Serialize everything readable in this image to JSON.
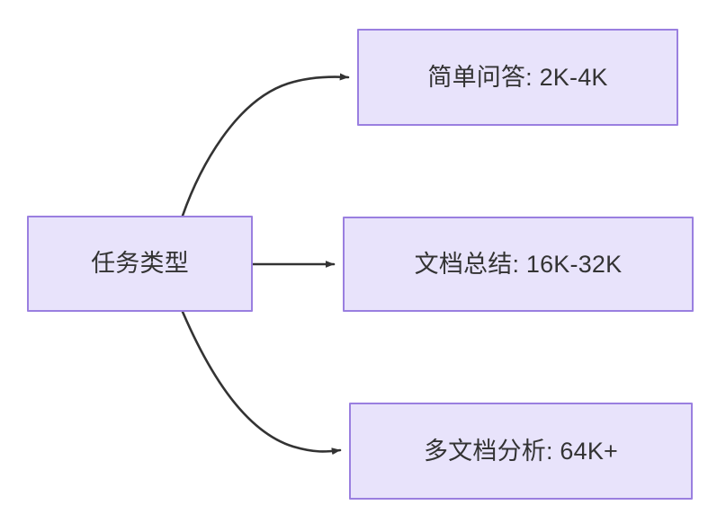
{
  "diagram": {
    "type": "flowchart",
    "direction": "left-to-right",
    "background_color": "#ffffff",
    "node_fill_color": "#e8e3fb",
    "node_border_color": "#9a7fe0",
    "node_text_color": "#333333",
    "edge_color": "#333333",
    "root": {
      "id": "root",
      "label": "任务类型"
    },
    "branches": [
      {
        "id": "simple-qa",
        "label": "简单问答: 2K-4K",
        "task": "简单问答",
        "context_range": "2K-4K",
        "edge_style": "curved"
      },
      {
        "id": "doc-summary",
        "label": "文档总结: 16K-32K",
        "task": "文档总结",
        "context_range": "16K-32K",
        "edge_style": "straight"
      },
      {
        "id": "multidoc-analysis",
        "label": "多文档分析: 64K+",
        "task": "多文档分析",
        "context_range": "64K+",
        "edge_style": "curved"
      }
    ]
  }
}
